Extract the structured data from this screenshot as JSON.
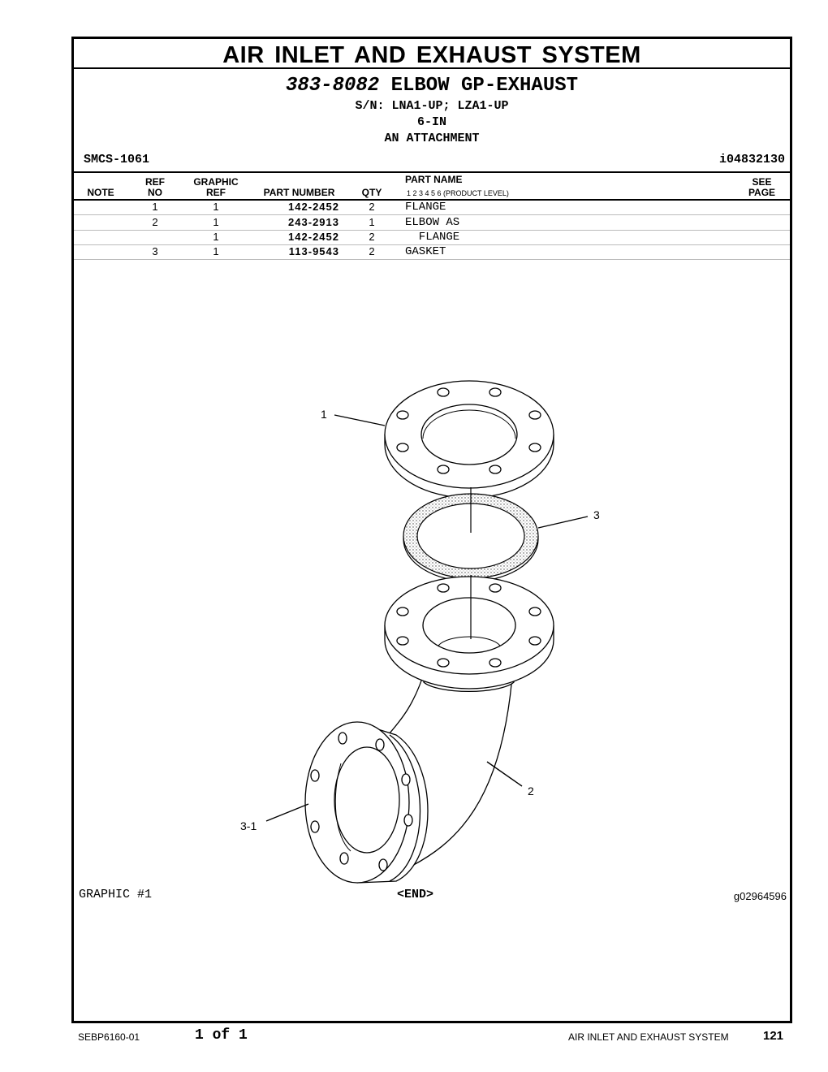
{
  "header": {
    "title": "AIR INLET AND EXHAUST SYSTEM",
    "group_part_number": "383-8082",
    "group_name": "ELBOW GP-EXHAUST",
    "serial": "S/N: LNA1-UP; LZA1-UP",
    "size": "6-IN",
    "type": "AN ATTACHMENT",
    "smcs": "SMCS-1061",
    "ident": "i04832130"
  },
  "columns": {
    "note": "NOTE",
    "ref_top": "REF",
    "ref_bottom": "NO",
    "graphic_top": "GRAPHIC",
    "graphic_bottom": "REF",
    "part_number": "PART NUMBER",
    "qty": "QTY",
    "part_name": "PART NAME",
    "levels": "1   2   3   4   5   6   (PRODUCT LEVEL)",
    "see_top": "SEE",
    "see_bottom": "PAGE"
  },
  "rows": [
    {
      "ref": "1",
      "graphic": "1",
      "part_number": "142-2452",
      "qty": "2",
      "name": "FLANGE"
    },
    {
      "ref": "2",
      "graphic": "1",
      "part_number": "243-2913",
      "qty": "1",
      "name": "ELBOW AS"
    },
    {
      "ref": "",
      "graphic": "1",
      "part_number": "142-2452",
      "qty": "2",
      "name": "  FLANGE"
    },
    {
      "ref": "3",
      "graphic": "1",
      "part_number": "113-9543",
      "qty": "2",
      "name": "GASKET"
    }
  ],
  "illustration": {
    "callouts": [
      "1",
      "3",
      "2",
      "3-1"
    ],
    "graphic_label": "GRAPHIC #1",
    "end_label": "<END>",
    "graphic_id": "g02964596"
  },
  "footer": {
    "doc": "SEBP6160-01",
    "page_of": "1 of 1",
    "section": "AIR INLET AND EXHAUST SYSTEM",
    "page_number": "121"
  }
}
